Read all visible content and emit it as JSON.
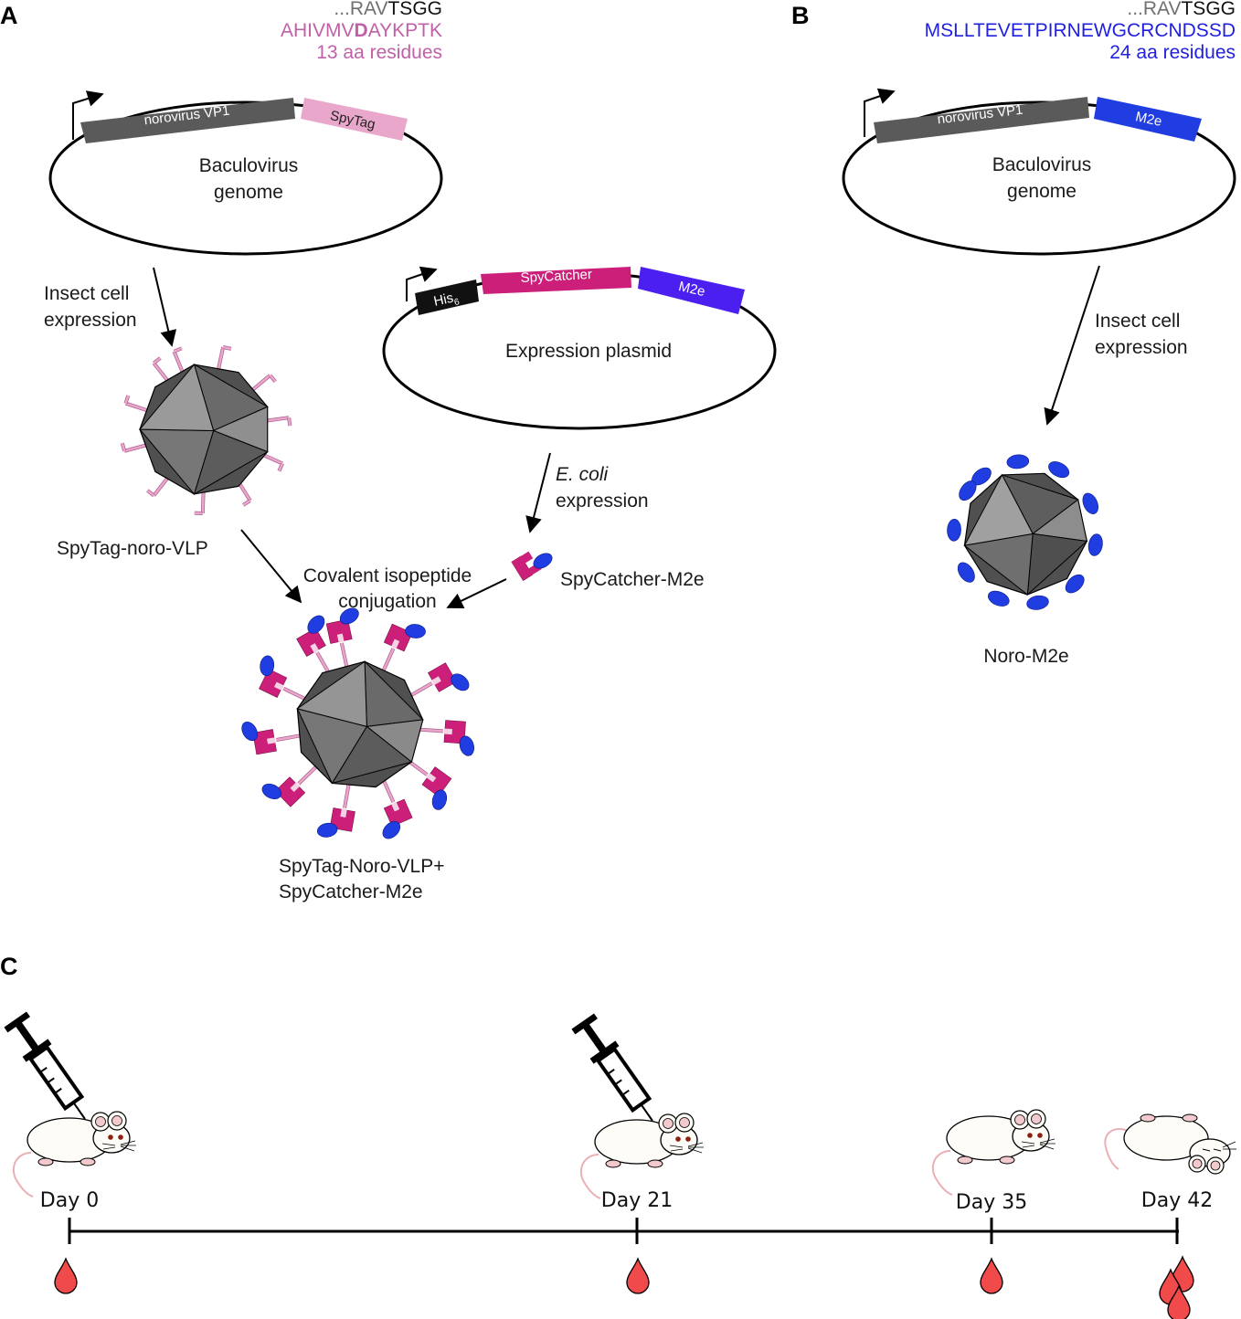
{
  "panels": {
    "a": "A",
    "b": "B",
    "c": "C"
  },
  "panel_a": {
    "seq_prefix": "...RAV",
    "seq_suffix": "TSGG",
    "tag_seq_start": "AHIVMV",
    "tag_seq_bold": "D",
    "tag_seq_end": "AYKPTK",
    "tag_residues": "13 aa residues",
    "vp1_gene": "norovirus VP1",
    "spytag_gene": "SpyTag",
    "bac_genome_l1": "Baculovirus",
    "bac_genome_l2": "genome",
    "insect_l1": "Insect cell",
    "insect_l2": "expression",
    "vlp_label": "SpyTag-noro-VLP",
    "his_gene": "His",
    "his_sub": "6",
    "catcher_gene": "SpyCatcher",
    "m2e_gene": "M2e",
    "plasmid_label": "Expression plasmid",
    "ecoli_italic": "E. coli",
    "ecoli_l2": "expression",
    "catcher_product": "SpyCatcher-M2e",
    "conj_l1": "Covalent isopeptide",
    "conj_l2": "conjugation",
    "final_l1": "SpyTag-Noro-VLP+",
    "final_l2": "SpyCatcher-M2e"
  },
  "panel_b": {
    "seq_prefix": "...RAV",
    "seq_suffix": "TSGG",
    "m2e_seq": "MSLLTEVETPIRNEWGCRCNDSSD",
    "m2e_residues": "24 aa residues",
    "vp1_gene": "norovirus VP1",
    "m2e_gene": "M2e",
    "bac_genome_l1": "Baculovirus",
    "bac_genome_l2": "genome",
    "insect_l1": "Insect cell",
    "insect_l2": "expression",
    "product": "Noro-M2e"
  },
  "panel_c": {
    "days": [
      "Day 0",
      "Day 21",
      "Day 35",
      "Day 42"
    ]
  },
  "colors": {
    "spytag": "#e8a7cb",
    "spycatcher": "#cc1f7a",
    "m2e": "#1f3de0",
    "m2e_plasmid": "#4a1ff0",
    "vp1": "#5a5a5a",
    "capsid_dark": "#505050",
    "capsid_light": "#8f8f8f",
    "blood": "#f04a4a",
    "seq_pink": "#c060a8",
    "seq_blue": "#1f1fe0",
    "seq_gray": "#707070"
  }
}
